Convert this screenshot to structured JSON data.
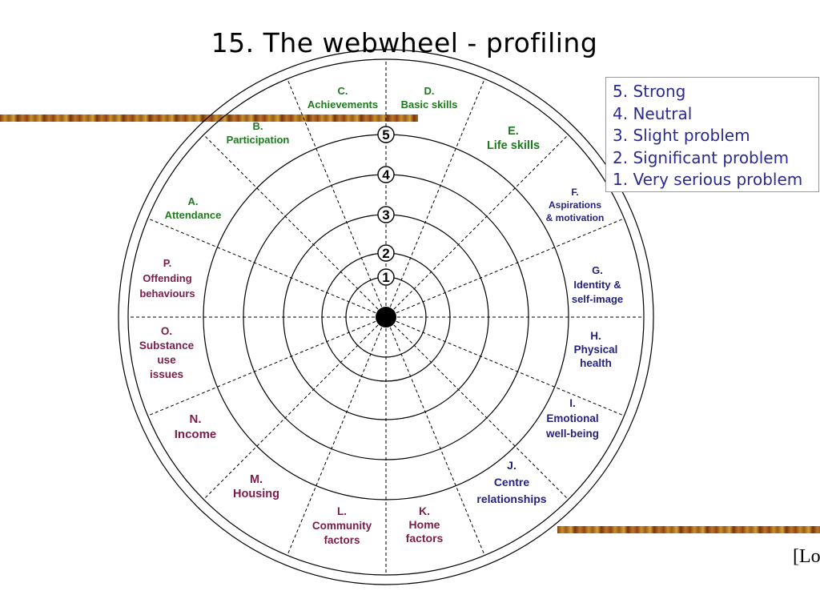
{
  "slide": {
    "title": "15. The webwheel - profiling",
    "footer_ref": "[Lo"
  },
  "legend": {
    "items": [
      "5. Strong",
      "4. Neutral",
      "3. Slight problem",
      "2. Significant problem",
      "1. Very serious problem"
    ]
  },
  "wheel": {
    "rings": [
      "1",
      "2",
      "3",
      "4",
      "5"
    ],
    "colors": {
      "green": "#1c7c1c",
      "navy": "#23237f",
      "maroon": "#7c1c4a"
    },
    "segments": [
      {
        "id": "a",
        "lines": [
          "A.",
          "Attendance"
        ],
        "color": "green"
      },
      {
        "id": "b",
        "lines": [
          "B.",
          "Participation"
        ],
        "color": "green"
      },
      {
        "id": "c",
        "lines": [
          "C.",
          "Achievements"
        ],
        "color": "green"
      },
      {
        "id": "d",
        "lines": [
          "D.",
          "Basic skills"
        ],
        "color": "green"
      },
      {
        "id": "e",
        "lines": [
          "E.",
          "Life skills"
        ],
        "color": "green"
      },
      {
        "id": "f",
        "lines": [
          "F.",
          "Aspirations",
          "& motivation"
        ],
        "color": "navy"
      },
      {
        "id": "g",
        "lines": [
          "G.",
          "Identity &",
          "self-image"
        ],
        "color": "navy"
      },
      {
        "id": "h",
        "lines": [
          "H.",
          "Physical",
          "health"
        ],
        "color": "navy"
      },
      {
        "id": "i",
        "lines": [
          "I.",
          "Emotional",
          "well-being"
        ],
        "color": "navy"
      },
      {
        "id": "j",
        "lines": [
          "J.",
          "Centre",
          "relationships"
        ],
        "color": "navy"
      },
      {
        "id": "k",
        "lines": [
          "K.",
          "Home",
          "factors"
        ],
        "color": "maroon"
      },
      {
        "id": "l",
        "lines": [
          "L.",
          "Community",
          "factors"
        ],
        "color": "maroon"
      },
      {
        "id": "m",
        "lines": [
          "M.",
          "Housing"
        ],
        "color": "maroon"
      },
      {
        "id": "n",
        "lines": [
          "N.",
          "Income"
        ],
        "color": "maroon"
      },
      {
        "id": "o",
        "lines": [
          "O.",
          "Substance",
          "use",
          "issues"
        ],
        "color": "maroon"
      },
      {
        "id": "p",
        "lines": [
          "P.",
          "Offending",
          "behaviours"
        ],
        "color": "maroon"
      }
    ]
  }
}
